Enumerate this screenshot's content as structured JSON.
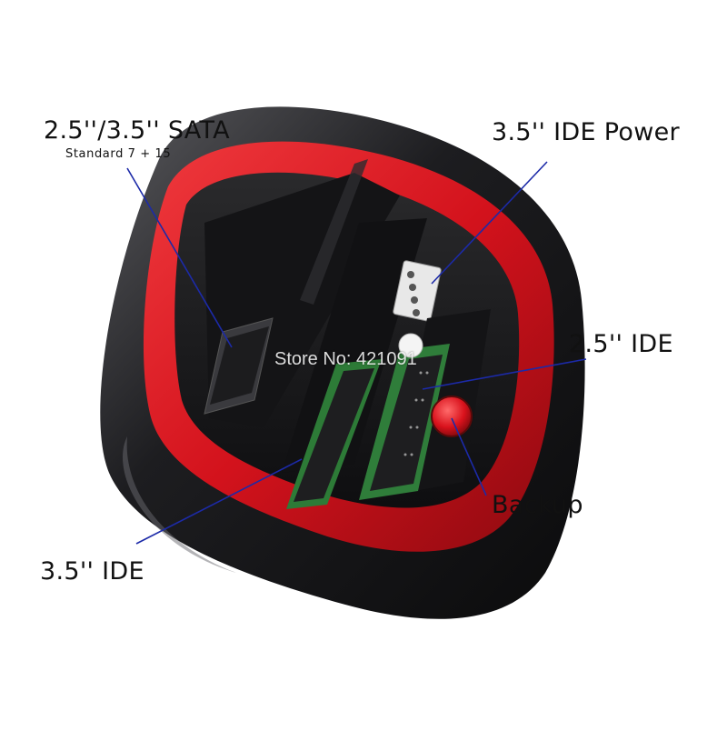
{
  "annotations": {
    "sata_title": "2.5''/3.5'' SATA",
    "sata_subtitle": "Standard 7 + 15",
    "ide_power": "3.5'' IDE Power",
    "ide_25": "2.5'' IDE",
    "backup": "Backup",
    "ide_35": "3.5'' IDE"
  },
  "watermark": "Store No: 421091",
  "colors": {
    "body_red": "#d8141e",
    "body_black": "#1a1a1c",
    "pcb_green": "#2f7d3a",
    "pointer_line": "#1c2aa8"
  }
}
